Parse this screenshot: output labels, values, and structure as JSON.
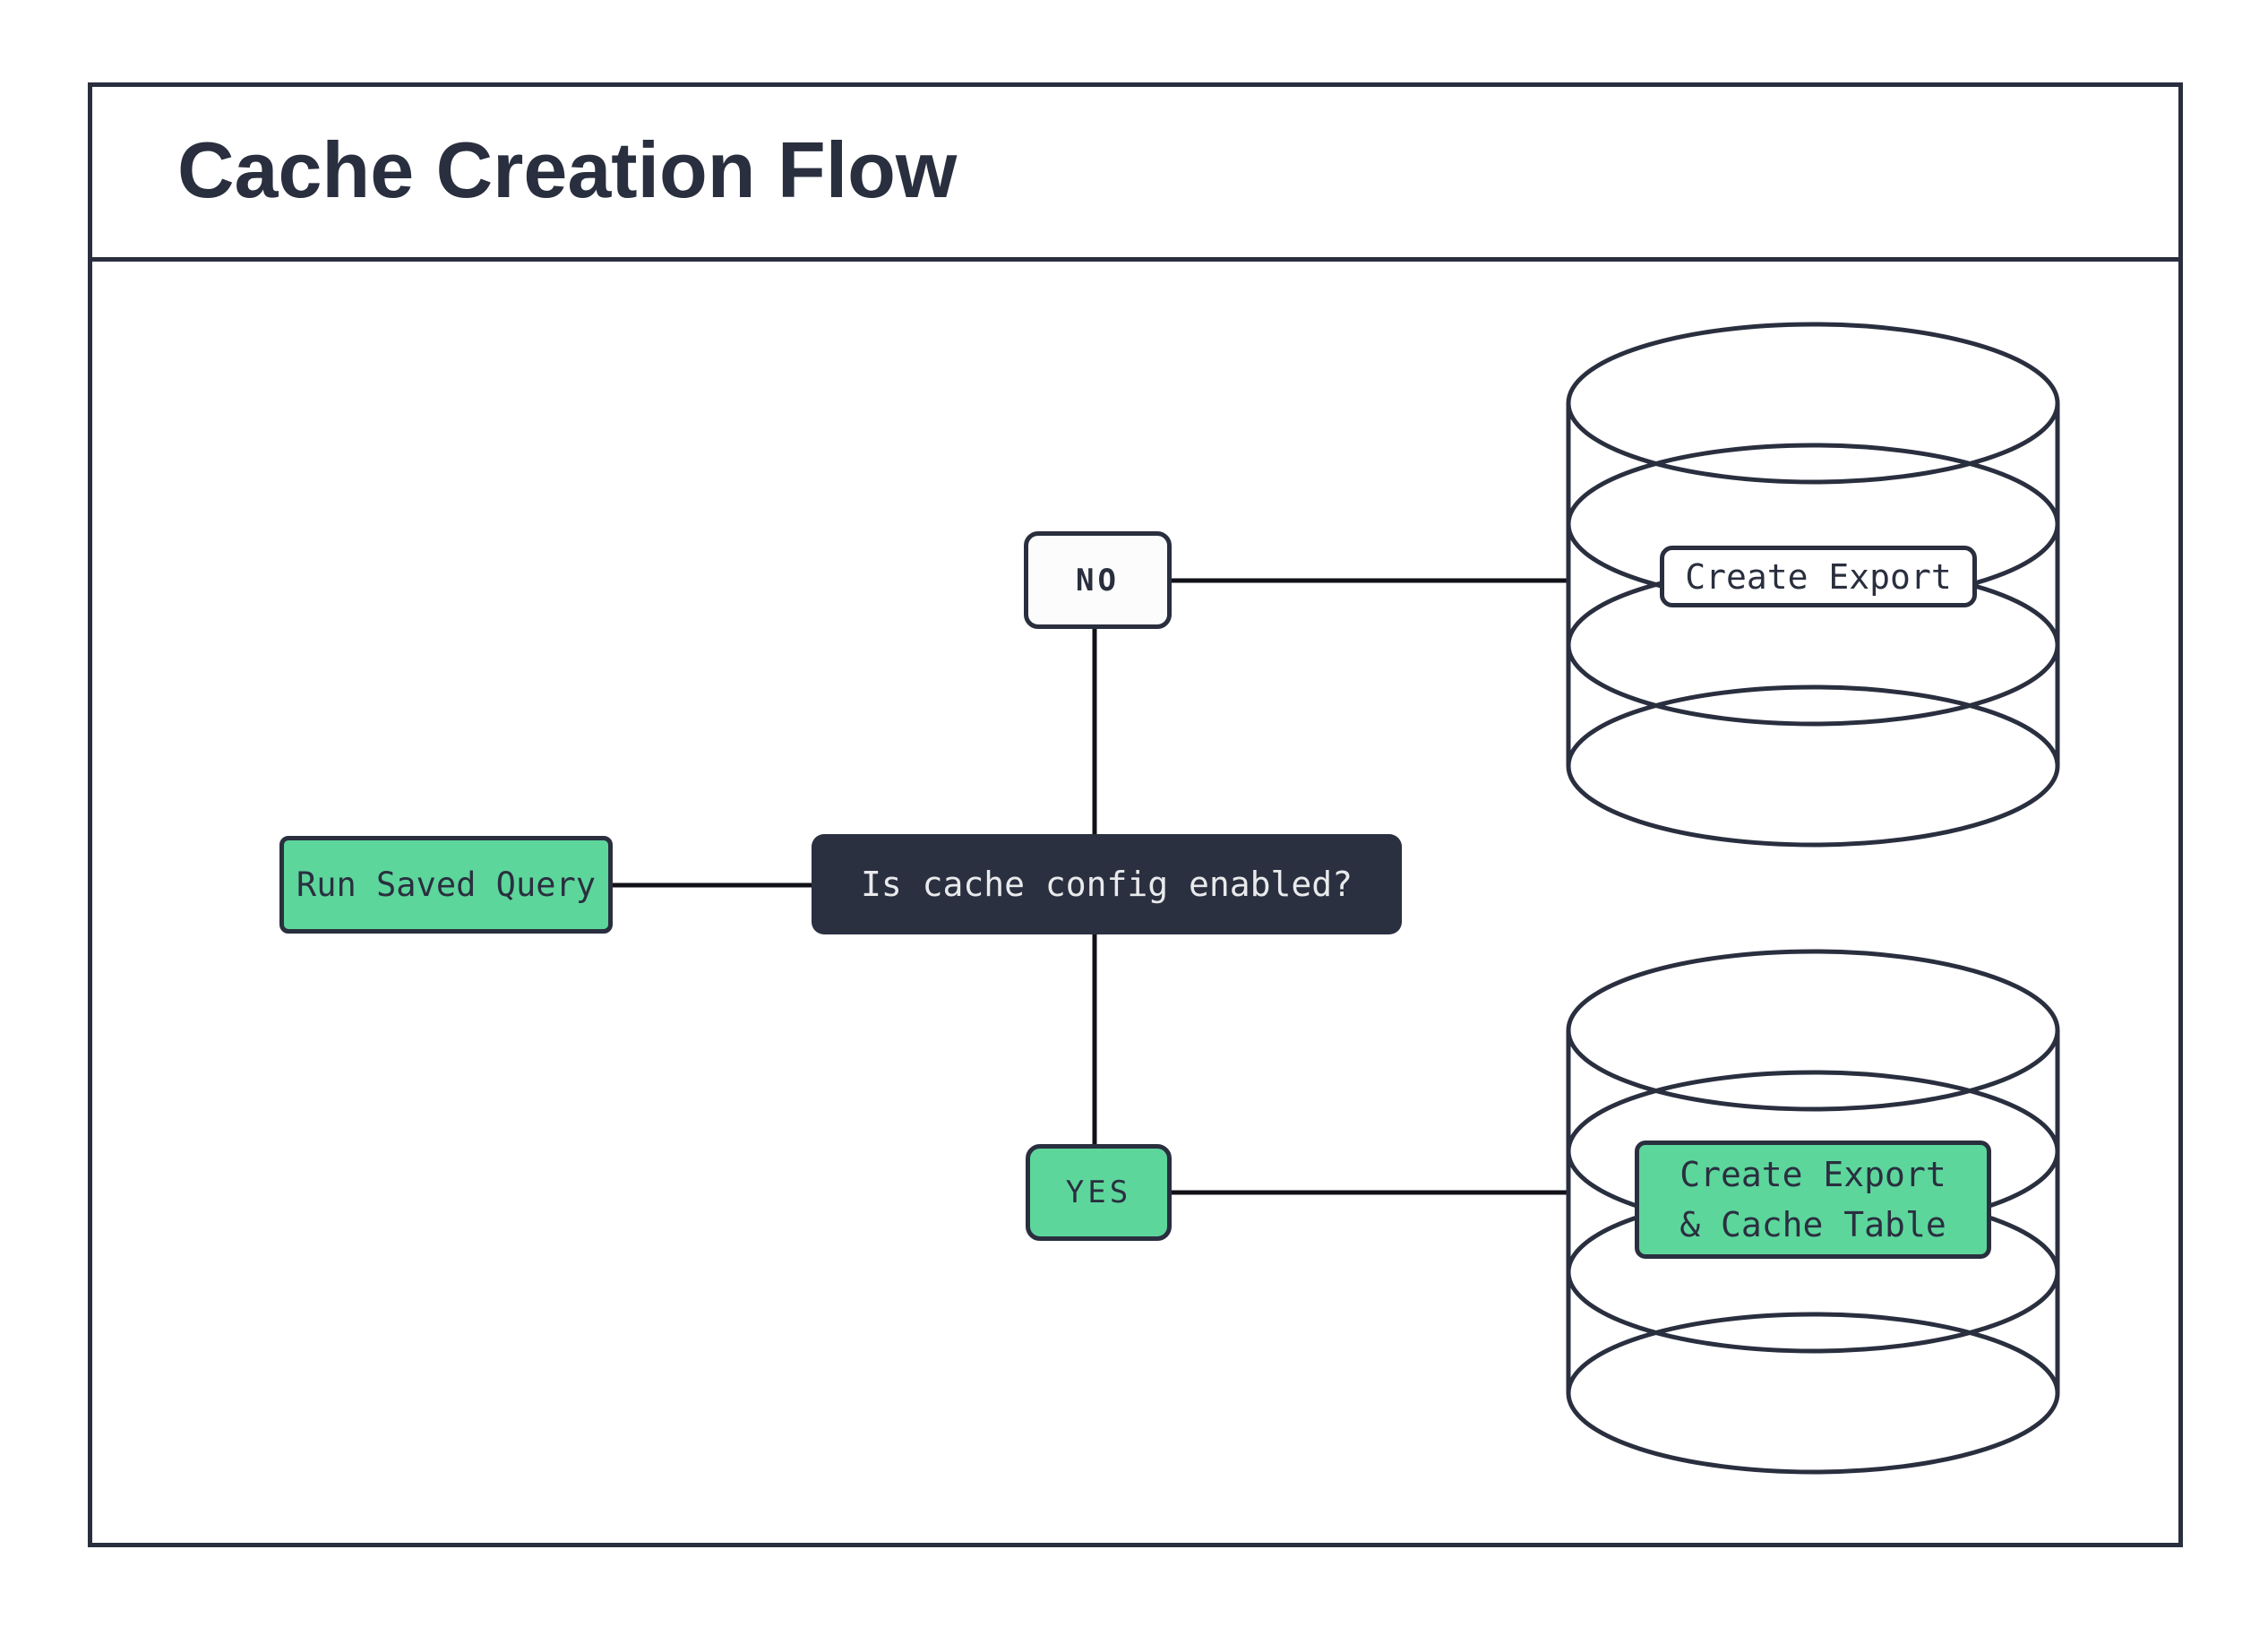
{
  "title": "Cache Creation Flow",
  "colors": {
    "ink": "#2a2f3f",
    "accent_green": "#5dd69c",
    "connector_line": "#111218",
    "decision_fill": "#2b3040",
    "decision_text": "#e9eaec",
    "paper": "#ffffff"
  },
  "nodes": {
    "start": {
      "label": "Run Saved Query"
    },
    "decision": {
      "label": "Is cache config enabled?"
    },
    "no_branch": {
      "label": "NO"
    },
    "yes_branch": {
      "label": "YES"
    },
    "no_result": {
      "label": "Create Export"
    },
    "yes_result": {
      "label_line1": "Create Export",
      "label_line2": "& Cache Table"
    }
  },
  "edges": [
    {
      "from": "start",
      "to": "decision"
    },
    {
      "from": "decision",
      "to": "no_branch"
    },
    {
      "from": "decision",
      "to": "yes_branch"
    },
    {
      "from": "no_branch",
      "to": "no_result_database"
    },
    {
      "from": "yes_branch",
      "to": "yes_result_database"
    }
  ]
}
